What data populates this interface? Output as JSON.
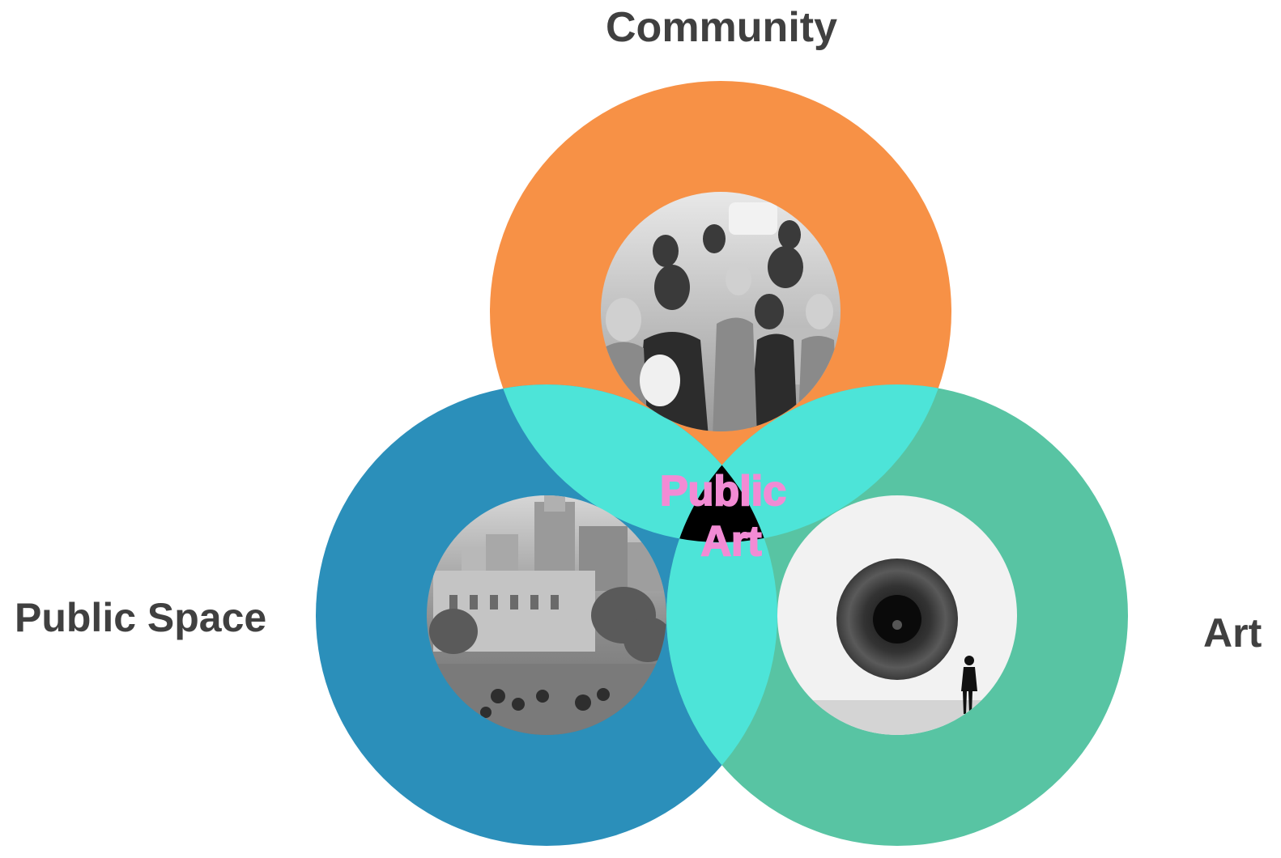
{
  "diagram": {
    "type": "venn",
    "sets": [
      {
        "id": "community",
        "label": "Community",
        "color": "#f79146",
        "photo_icon": "people-group-photo-icon"
      },
      {
        "id": "public_space",
        "label": "Public Space",
        "color": "#2b8fba",
        "photo_icon": "city-plaza-photo-icon"
      },
      {
        "id": "art",
        "label": "Art",
        "color": "#58c4a3",
        "photo_icon": "sculpture-viewer-photo-icon"
      }
    ],
    "overlap_color": "#4de4d8",
    "center_color": "#000000",
    "center_label": {
      "line1": "Public",
      "line2": "Art",
      "color": "#f28bd4"
    }
  }
}
